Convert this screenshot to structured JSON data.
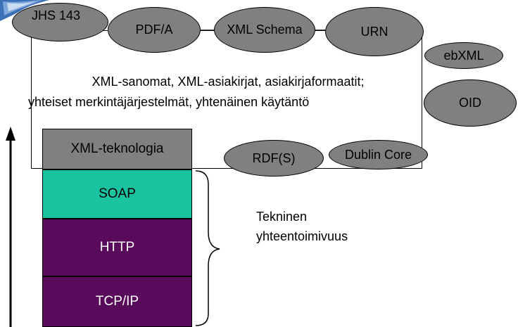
{
  "standards": {
    "jhs143": "JHS 143",
    "pdfa": "PDF/A",
    "xml_schema": "XML Schema",
    "urn": "URN",
    "ebxml": "ebXML",
    "oid": "OID",
    "rdfs": "RDF(S)",
    "dublin_core": "Dublin Core"
  },
  "main_text": {
    "line1": "XML-sanomat, XML-asiakirjat, asiakirjaformaatit;",
    "line2": "yhteiset merkintäjärjestelmät, yhtenäinen käytäntö"
  },
  "layers": {
    "xml_tech": "XML-teknologia",
    "soap": "SOAP",
    "http": "HTTP",
    "tcpip": "TCP/IP"
  },
  "side_label": {
    "line1": "Tekninen",
    "line2": "yhteentoimivuus"
  },
  "colors": {
    "ellipse_fill": "#808080",
    "soap_fill": "#19c3a0",
    "protocol_fill": "#5a0a5a"
  }
}
